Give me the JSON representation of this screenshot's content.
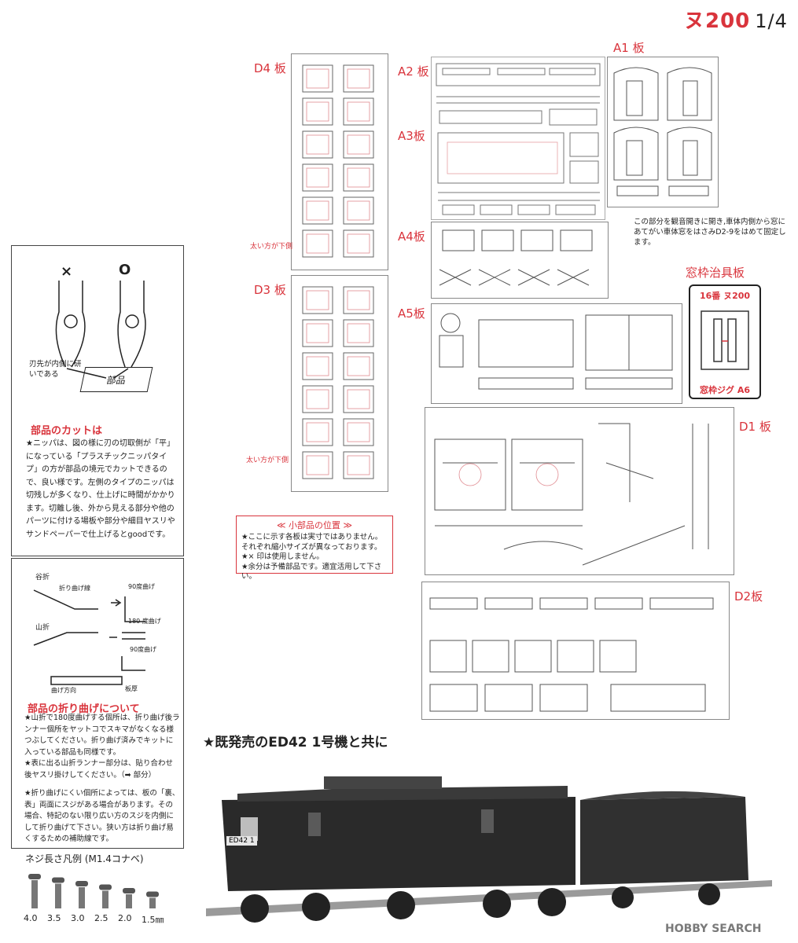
{
  "header": {
    "title": "ヌ200",
    "page": "1/4"
  },
  "plates": {
    "a1": "A1 板",
    "a2": "A2 板",
    "a3": "A3板",
    "a4": "A4板",
    "a5": "A5板",
    "d1": "D1 板",
    "d2": "D2板",
    "d3": "D3 板",
    "d4": "D4 板"
  },
  "sheet_notes": {
    "d4_thick_down": "太い方が下側",
    "d3_thick_down": "太い方が下側"
  },
  "window_note": {
    "text": "この部分を観音開きに開き,車体内側から窓にあてがい車体窓をはさみD2-9をはめて固定します。",
    "jig_label": "窓枠治具板",
    "jig_top": "16番 ヌ200",
    "jig_bottom": "窓枠ジグ A6"
  },
  "small_parts": {
    "title": "≪ 小部品の位置 ≫",
    "lines": [
      "★ここに示す各板は実寸ではありません。",
      "それぞれ縮小サイズが異なっております。",
      "★× 印は使用しません。",
      "★余分は予備部品です。適宜活用して下さい。"
    ]
  },
  "cut_panel": {
    "mark_x": "×",
    "mark_o": "O",
    "blade_note": "刃先が内側に研いである",
    "part_label": "部品",
    "heading": "部品のカットは",
    "body": "★ニッパは、図の様に刃の切取側が「平」になっている「プラスチックニッパタイプ」の方が部品の境元でカットできるので、良い様です。左側のタイプのニッパは切残しが多くなり、仕上げに時間がかかります。切離し後、外から見える部分や他のパーツに付ける場板や部分や細目ヤスリやサンドペーパーで仕上げるとgoodです。"
  },
  "bend_panel": {
    "valley": "谷折",
    "mountain": "山折",
    "bend_line": "折り曲げ線",
    "deg90": "90度曲げ",
    "deg180": "180 度曲げ",
    "deg90b": "90度曲げ",
    "bend_dir": "曲げ方向",
    "plate": "板厚",
    "heading": "部品の折り曲げについて",
    "body1": "★山折で180度曲げする個所は、折り曲げ後ランナー個所をヤットコでスキマがなくなる様つぶしてください。折り曲げ済みでキットに入っている部品も同様です。",
    "body2": "★表に出る山折ランナー部分は、貼り合わせ後ヤスリ掛けしてください。（➡ 部分）",
    "body3": "★折り曲げにくい個所によっては、板の「裏、表」両面にスジがある場合があります。その場合、特記のない限り広い方のスジを内側にして折り曲げて下さい。狭い方は折り曲げ易くするための補助線です。"
  },
  "screws": {
    "title": "ネジ長さ凡例 (M1.4コナベ)",
    "lengths": [
      "4.0",
      "3.5",
      "3.0",
      "2.5",
      "2.0",
      "1.5㎜"
    ],
    "values": [
      4.0,
      3.5,
      3.0,
      2.5,
      2.0,
      1.5
    ]
  },
  "photo": {
    "caption": "★既発売のED42 1号機と共に",
    "loco_number": "ED42 1",
    "watermark": "HOBBY SEARCH"
  }
}
